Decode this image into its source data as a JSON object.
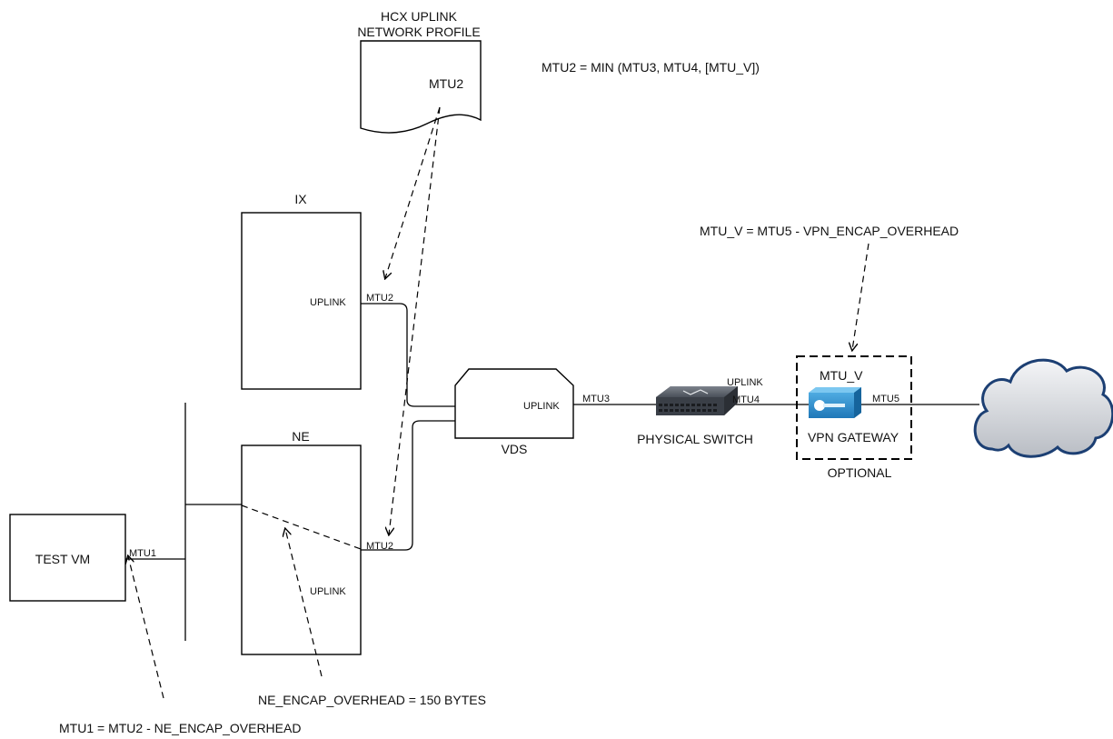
{
  "profile": {
    "title_line1": "HCX UPLINK",
    "title_line2": "NETWORK PROFILE",
    "mtu": "MTU2"
  },
  "formulas": {
    "mtu2": "MTU2 = MIN (MTU3, MTU4, [MTU_V])",
    "mtuv": "MTU_V = MTU5 - VPN_ENCAP_OVERHEAD",
    "ne_overhead": "NE_ENCAP_OVERHEAD = 150 BYTES",
    "mtu1": "MTU1 = MTU2 - NE_ENCAP_OVERHEAD"
  },
  "ix": {
    "title": "IX",
    "uplink": "UPLINK",
    "mtu": "MTU2"
  },
  "ne": {
    "title": "NE",
    "uplink": "UPLINK",
    "mtu": "MTU2"
  },
  "vds": {
    "title": "VDS",
    "uplink": "UPLINK",
    "mtu": "MTU3"
  },
  "test_vm": {
    "title": "TEST VM",
    "mtu": "MTU1"
  },
  "physical_switch": {
    "label": "PHYSICAL SWITCH",
    "uplink": "UPLINK",
    "mtu": "MTU4",
    "icon": "network-switch-icon"
  },
  "vpn": {
    "mtu_v": "MTU_V",
    "label": "VPN GATEWAY",
    "mtu": "MTU5",
    "optional": "OPTIONAL",
    "icon": "vpn-gateway-icon"
  },
  "cloud": {
    "icon": "cloud-icon"
  },
  "colors": {
    "switch": "#3a3f47",
    "vpn": "#2d8fd0",
    "cloud": "#c9ccd1",
    "cloud_stroke": "#1c3f73"
  }
}
